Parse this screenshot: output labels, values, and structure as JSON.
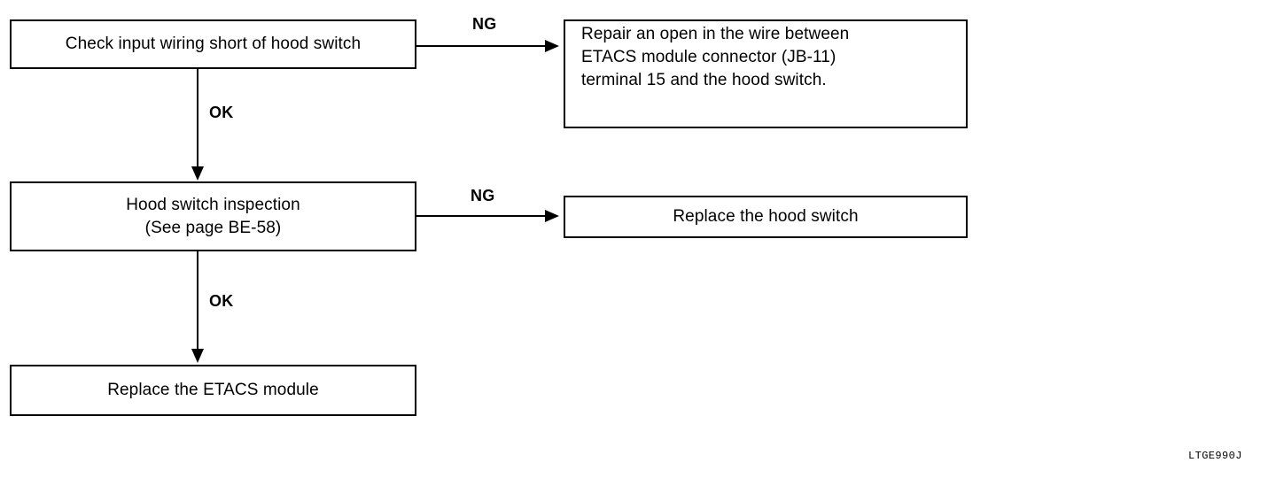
{
  "diagram": {
    "type": "troubleshooting-flowchart",
    "figure_code": "LTGE990J",
    "nodes": [
      {
        "id": "check-wiring",
        "text": "Check input wiring short of hood switch",
        "align": "center"
      },
      {
        "id": "repair-open",
        "text": "Repair an open in the wire between\nETACS module connector (JB-11)\nterminal 15 and the hood switch.",
        "align": "left"
      },
      {
        "id": "hood-inspect",
        "text": "Hood switch inspection\n(See page BE-58)",
        "align": "center"
      },
      {
        "id": "replace-switch",
        "text": "Replace the hood switch",
        "align": "center"
      },
      {
        "id": "replace-etacs",
        "text": "Replace the ETACS module",
        "align": "center"
      }
    ],
    "edges": [
      {
        "id": "ng1",
        "label": "NG",
        "from": "check-wiring",
        "to": "repair-open",
        "direction": "right"
      },
      {
        "id": "ok1",
        "label": "OK",
        "from": "check-wiring",
        "to": "hood-inspect",
        "direction": "down"
      },
      {
        "id": "ng2",
        "label": "NG",
        "from": "hood-inspect",
        "to": "replace-switch",
        "direction": "right"
      },
      {
        "id": "ok2",
        "label": "OK",
        "from": "hood-inspect",
        "to": "replace-etacs",
        "direction": "down"
      }
    ],
    "colors": {
      "stroke": "#000000",
      "fill": "#ffffff",
      "text": "#000000"
    }
  }
}
